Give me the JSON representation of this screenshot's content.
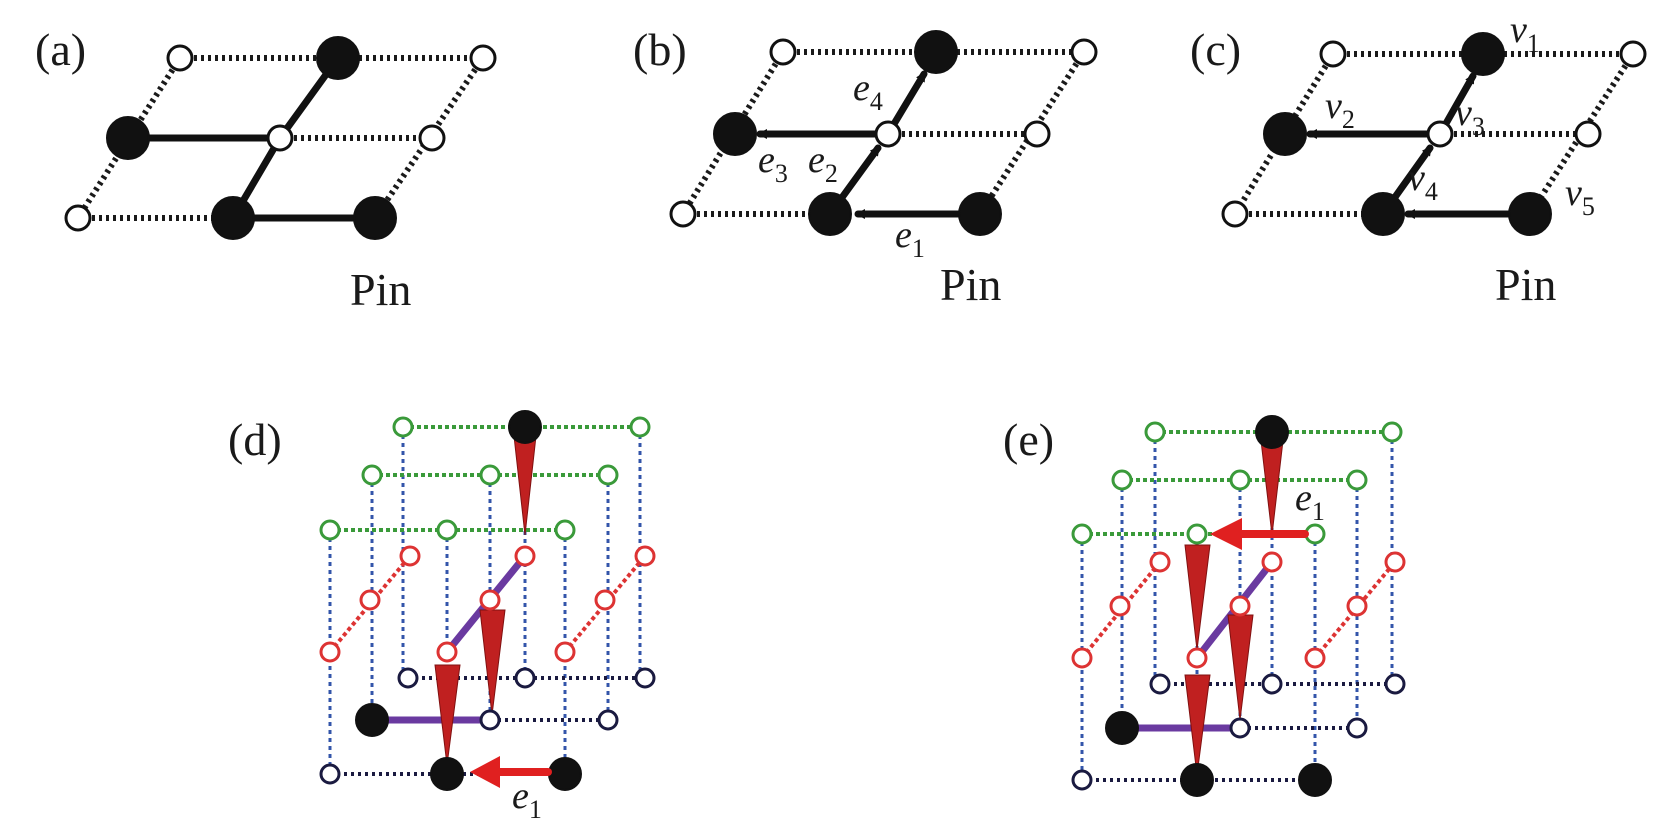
{
  "panels": {
    "a": {
      "label": "(a)",
      "caption": "Pin"
    },
    "b": {
      "label": "(b)",
      "caption": "Pin",
      "edges": [
        "e",
        "e",
        "e",
        "e"
      ],
      "edge_subs": [
        "1",
        "2",
        "3",
        "4"
      ]
    },
    "c": {
      "label": "(c)",
      "caption": "Pin",
      "vertex_subs": [
        "1",
        "2",
        "3",
        "4",
        "5"
      ],
      "vertex_letter": "v"
    },
    "d": {
      "label": "(d)",
      "edge_letter": "e",
      "edge_sub": "1"
    },
    "e": {
      "label": "(e)",
      "edge_letter": "e",
      "edge_sub": "1"
    }
  },
  "colors": {
    "black": "#111111",
    "green": "#3a9a3a",
    "blue": "#3355aa",
    "red": "#dd3333",
    "purple": "#6a3aa0",
    "cone": "#c02020"
  }
}
